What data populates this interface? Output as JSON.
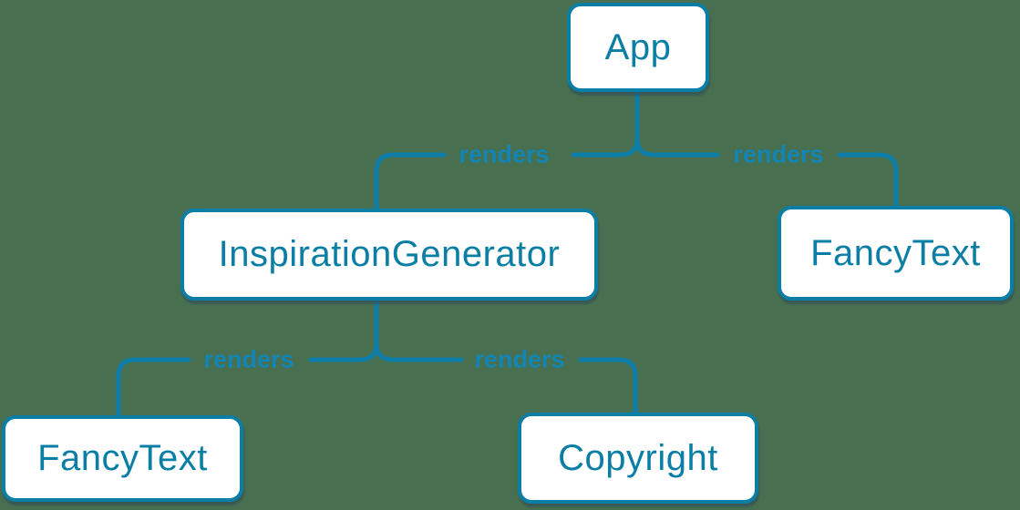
{
  "diagram": {
    "background_color": "#487050",
    "accent_color": "#0a7ea4",
    "node_fill_color": "#ffffff",
    "edge_line_color": "#0c7ca8",
    "nodes": {
      "app": {
        "label": "App"
      },
      "inspiration_generator": {
        "label": "InspirationGenerator"
      },
      "fancy_text_right": {
        "label": "FancyText"
      },
      "fancy_text_left": {
        "label": "FancyText"
      },
      "copyright": {
        "label": "Copyright"
      }
    },
    "edges": {
      "app_to_inspiration_generator": {
        "from": "App",
        "to": "InspirationGenerator",
        "label": "renders"
      },
      "app_to_fancy_text": {
        "from": "App",
        "to": "FancyText",
        "label": "renders"
      },
      "inspiration_generator_to_fancy_text": {
        "from": "InspirationGenerator",
        "to": "FancyText",
        "label": "renders"
      },
      "inspiration_generator_to_copyright": {
        "from": "InspirationGenerator",
        "to": "Copyright",
        "label": "renders"
      }
    }
  }
}
